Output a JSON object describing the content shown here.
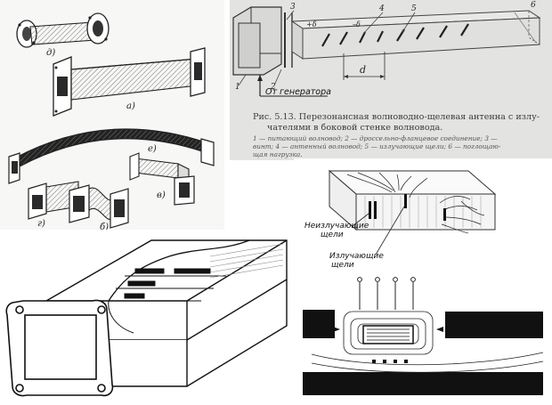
{
  "colors": {
    "ink": "#1c1c1c",
    "hatch": "#6a6a6a",
    "caption_bg": "#e3e3e1",
    "accent_line": "#d0302f"
  },
  "panel_waveguides": {
    "labels": {
      "d": "д)",
      "a": "а)",
      "e": "е)",
      "v": "в)",
      "g": "г)",
      "b": "б)"
    }
  },
  "panel_antenna": {
    "callouts": [
      "1",
      "2",
      "3",
      "4",
      "5",
      "6"
    ],
    "dim_label": "d",
    "generator_label": "От генератора",
    "caption_title_1": "Рис. 5.13. Перезонансная волноводно-щелевая антенна с излу-",
    "caption_title_2": "чателями в боковой стенке волновода.",
    "caption_line_1": "1 — питающий волновод; 2 — дроссельно-фланцевое соединение; 3 —",
    "caption_line_2": "винт; 4 — антенный волновод; 5 — излучающие щели; 6 — поглощаю-",
    "caption_line_3": "щая нагрузка."
  },
  "panel_slots": {
    "non_radiating_1": "Неизлучающие",
    "non_radiating_2": "щели",
    "radiating_1": "Излучающие",
    "radiating_2": "щели"
  }
}
